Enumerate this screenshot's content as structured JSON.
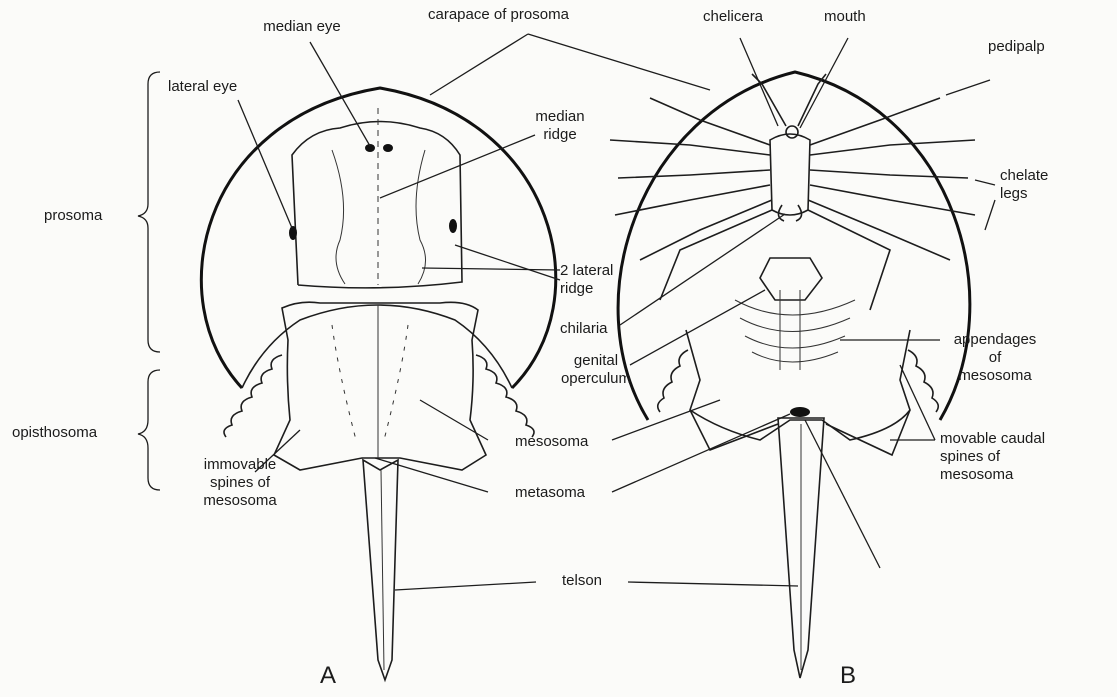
{
  "labels": {
    "median_eye": "median eye",
    "lateral_eye": "lateral eye",
    "carapace_of_prosoma": "carapace of prosoma",
    "chelicera": "chelicera",
    "mouth": "mouth",
    "pedipalp": "pedipalp",
    "median_ridge": "median\nridge",
    "chelate_legs": "chelate\nlegs",
    "prosoma": "prosoma",
    "lateral_ridge": "2 lateral\nridge",
    "chilaria": "chilaria",
    "genital_operculum": "genital\noperculum",
    "appendages_of_mesosoma": "appendages\nof\nmesosoma",
    "opisthosoma": "opisthosoma",
    "mesosoma": "mesosoma",
    "immovable_spines": "immovable\nspines of\nmesosoma",
    "metasoma": "metasoma",
    "movable_caudal_spines": "movable caudal\nspines of\nmesosoma",
    "telson": "telson",
    "panel_a": "A",
    "panel_b": "B"
  }
}
